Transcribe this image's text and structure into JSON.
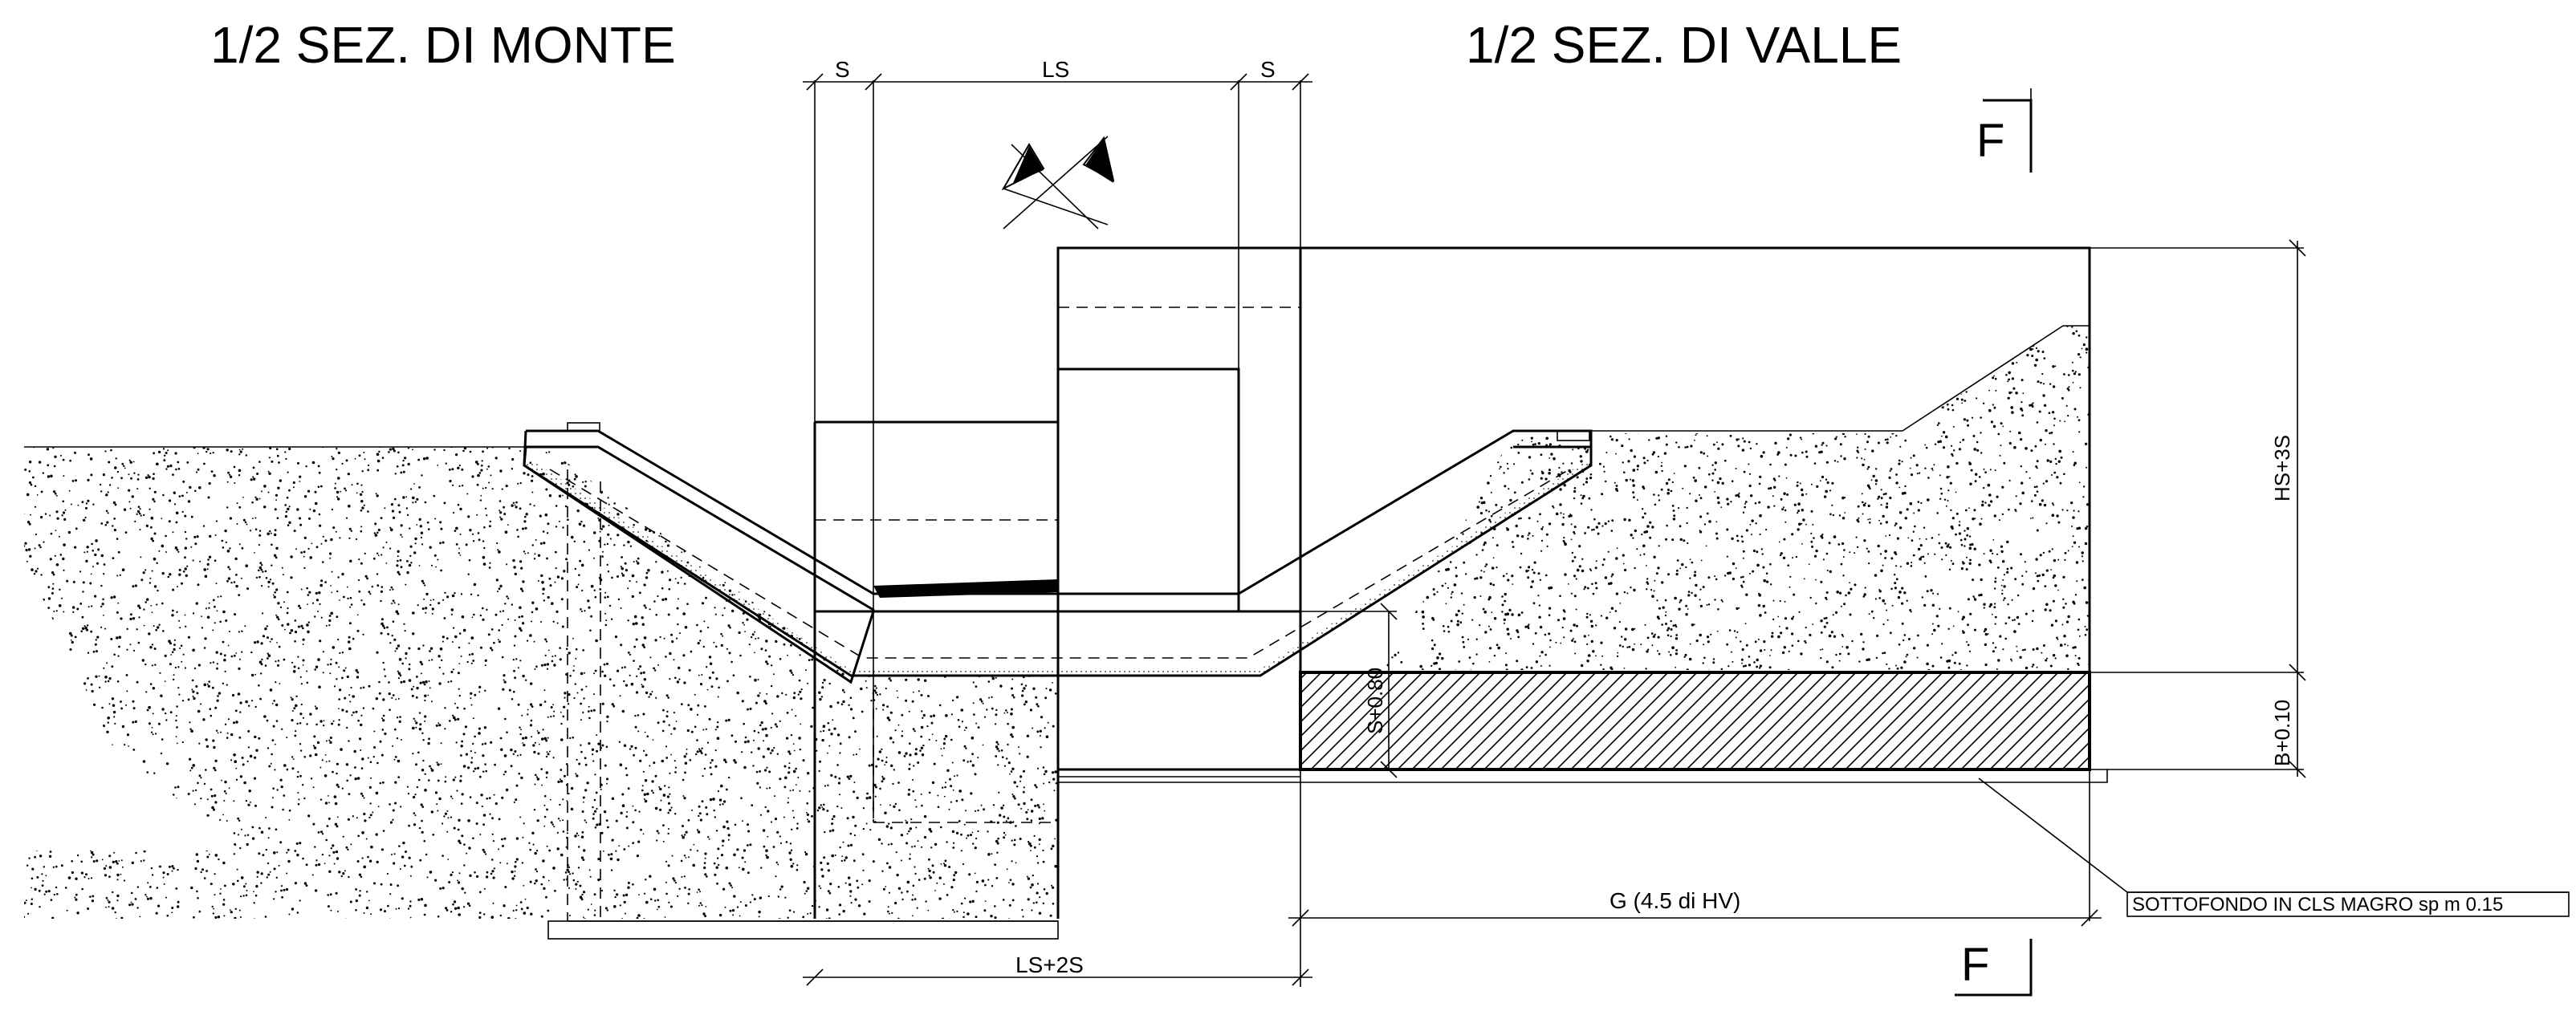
{
  "titles": {
    "upstream": "1/2 SEZ. DI MONTE",
    "downstream": "1/2 SEZ. DI VALLE"
  },
  "dimensions": {
    "s_left": "S",
    "ls": "LS",
    "s_right": "S",
    "ls_2s": "LS+2S",
    "hs_3s": "HS+3S",
    "b_010": "B+0.10",
    "s_080": "S+0.80",
    "g": "G  (4.5  di  HV)"
  },
  "section_marks": {
    "top": "F",
    "bottom": "F"
  },
  "notes": {
    "sottofondo": "SOTTOFONDO  IN  CLS  MAGRO  sp  m  0.15"
  }
}
